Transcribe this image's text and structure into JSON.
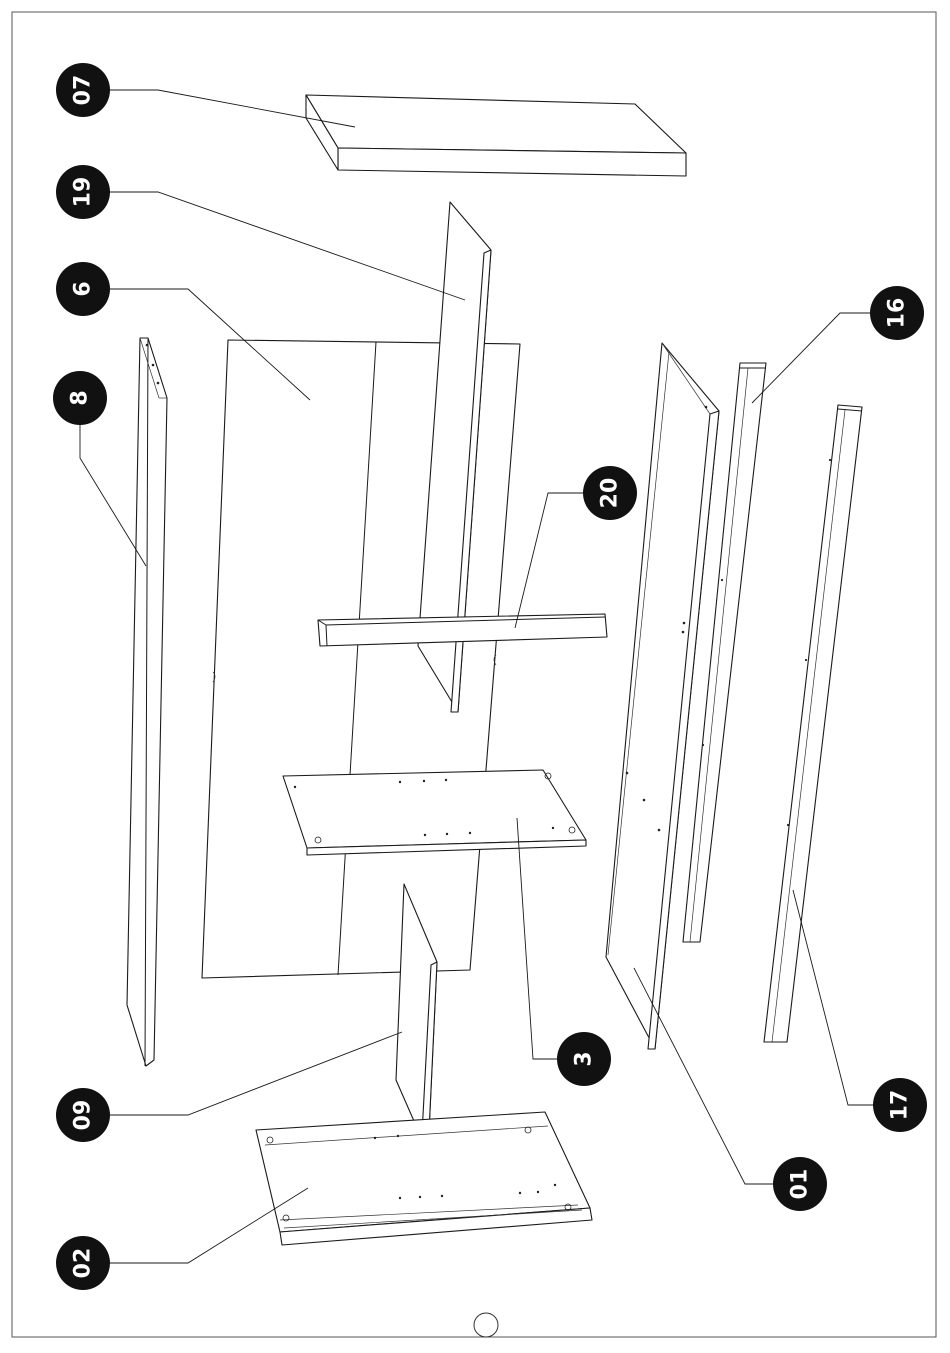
{
  "callouts": [
    {
      "id": "07",
      "label": "07"
    },
    {
      "id": "19",
      "label": "19"
    },
    {
      "id": "6",
      "label": "6"
    },
    {
      "id": "8",
      "label": "8"
    },
    {
      "id": "16",
      "label": "16"
    },
    {
      "id": "20",
      "label": "20"
    },
    {
      "id": "3",
      "label": "3"
    },
    {
      "id": "09",
      "label": "09"
    },
    {
      "id": "02",
      "label": "02"
    },
    {
      "id": "01",
      "label": "01"
    },
    {
      "id": "17",
      "label": "17"
    }
  ],
  "page_number": ""
}
